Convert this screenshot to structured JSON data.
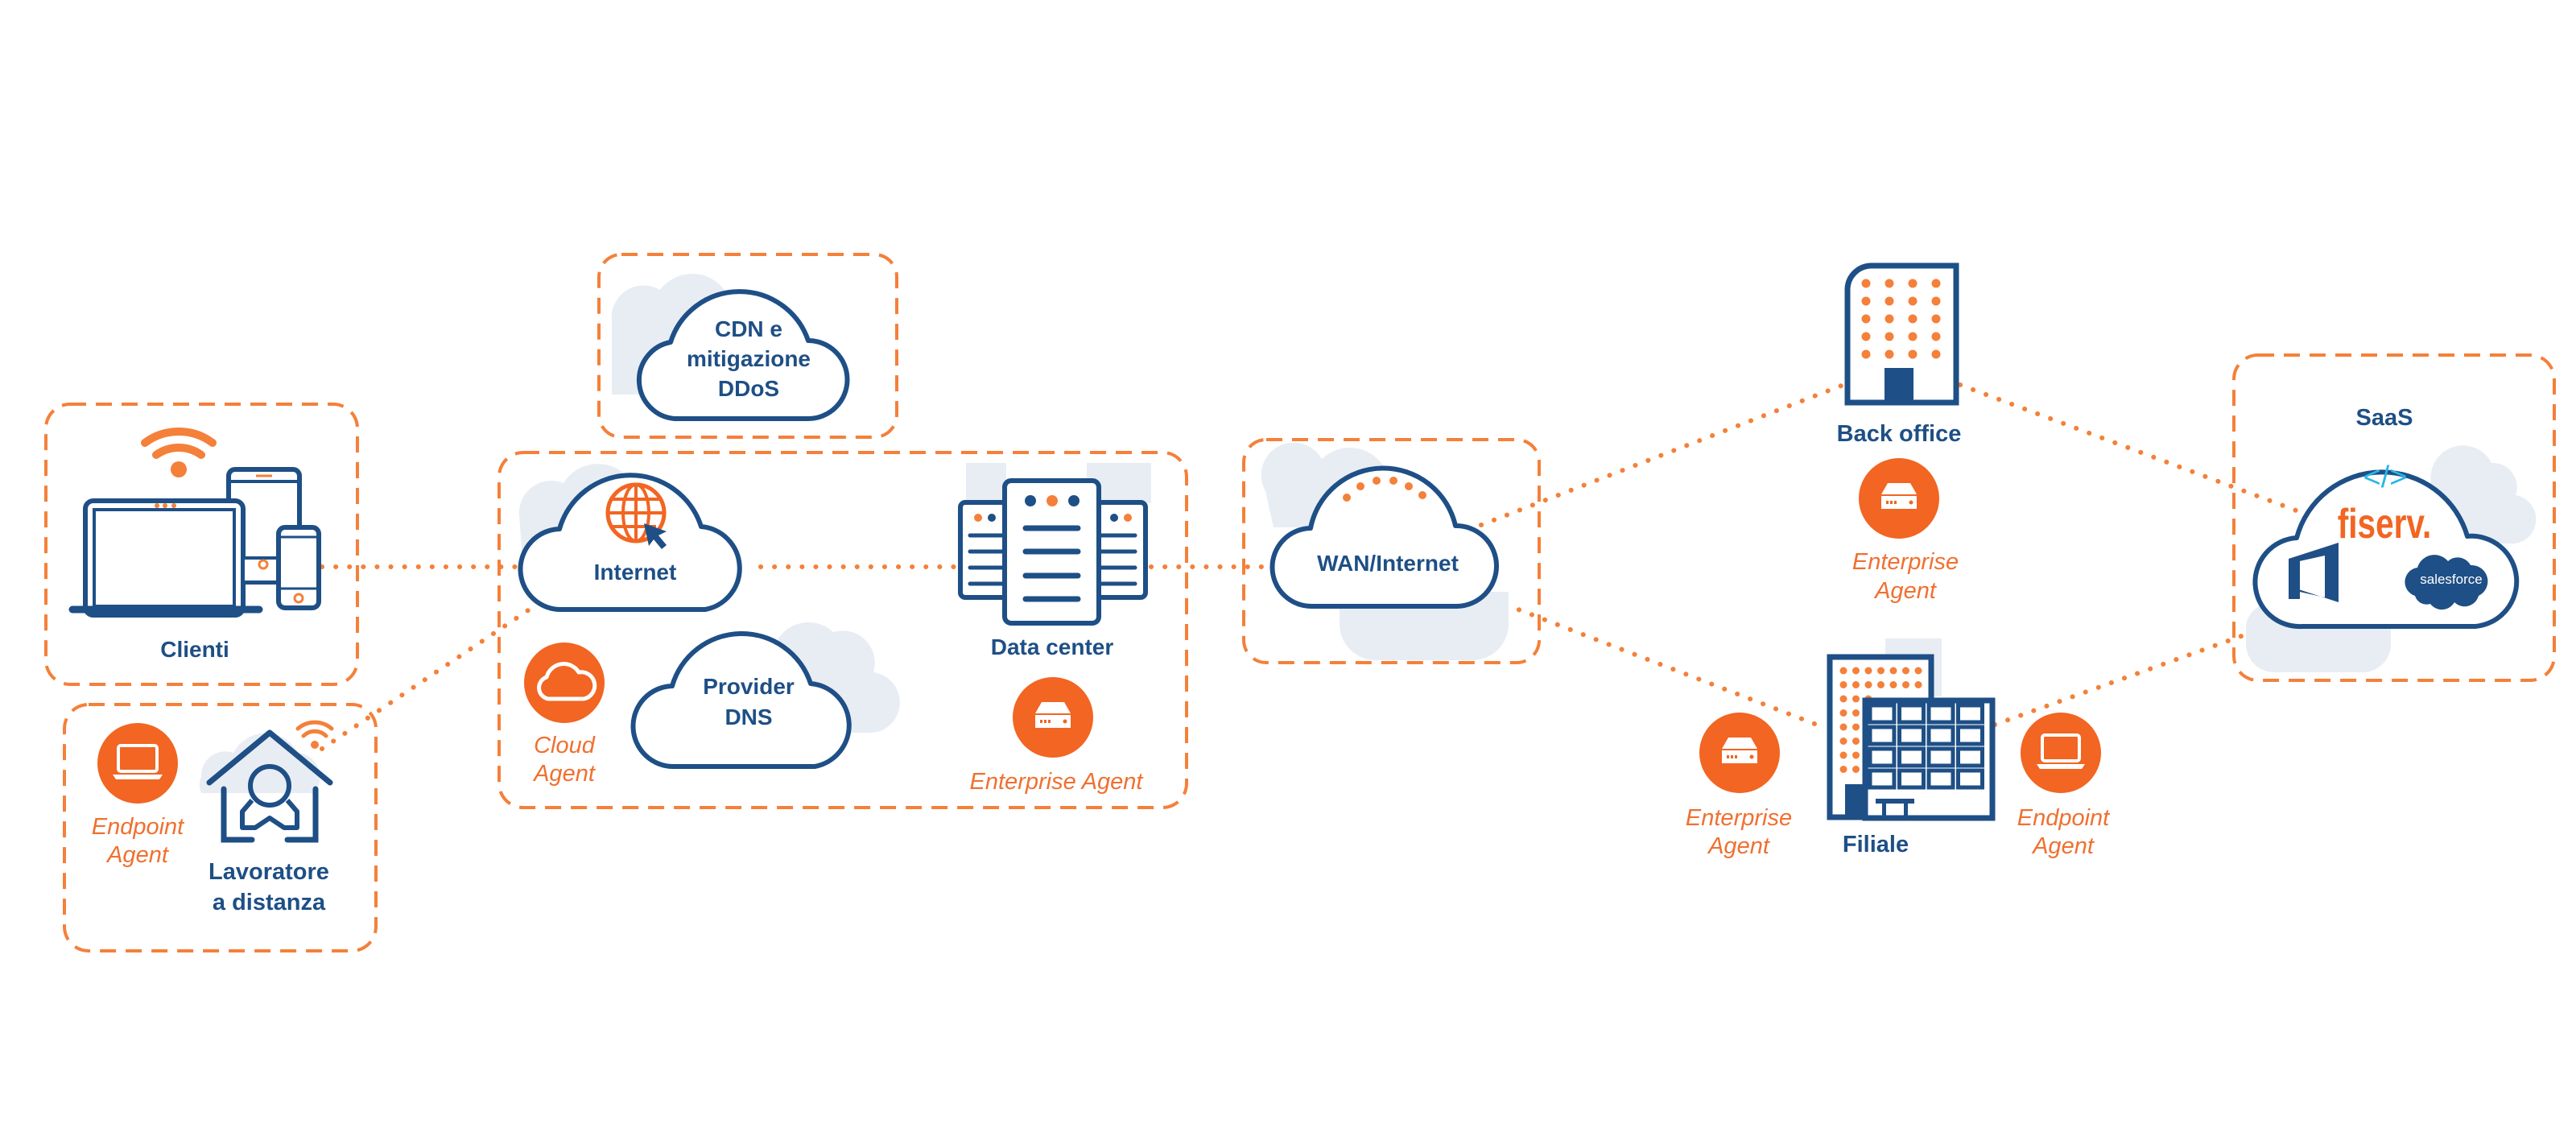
{
  "title": "Network visibility diagram",
  "colors": {
    "primary_navy": "#1e4f86",
    "accent_orange": "#f4803a",
    "agent_badge_orange": "#f26522",
    "ghost_cloud": "#e8edf4",
    "fiserv_orange": "#f26522",
    "code_cyan": "#29b6e6"
  },
  "nodes": {
    "clients": {
      "label": "Clienti",
      "icon": "devices-icon"
    },
    "remote_worker": {
      "label_line1": "Lavoratore",
      "label_line2": "a distanza",
      "icon": "home-user-icon"
    },
    "remote_agent": {
      "line1": "Endpoint",
      "line2": "Agent",
      "icon": "laptop-icon"
    },
    "cdn": {
      "line1": "CDN e",
      "line2": "mitigazione",
      "line3": "DDoS"
    },
    "internet": {
      "label": "Internet",
      "icon": "globe-cursor-icon"
    },
    "cloud_agent": {
      "line1": "Cloud",
      "line2": "Agent",
      "icon": "cloud-icon"
    },
    "dns": {
      "line1": "Provider",
      "line2": "DNS"
    },
    "datacenter": {
      "label": "Data center",
      "icon": "servers-icon"
    },
    "datacenter_agent": {
      "label": "Enterprise Agent",
      "icon": "appliance-icon"
    },
    "wan": {
      "label": "WAN/Internet"
    },
    "backoffice": {
      "label": "Back office",
      "icon": "building-icon"
    },
    "backoffice_agent": {
      "line1": "Enterprise",
      "line2": "Agent",
      "icon": "appliance-icon"
    },
    "branch": {
      "label": "Filiale",
      "icon": "office-buildings-icon"
    },
    "branch_enterprise_agent": {
      "line1": "Enterprise",
      "line2": "Agent",
      "icon": "appliance-icon"
    },
    "branch_endpoint_agent": {
      "line1": "Endpoint",
      "line2": "Agent",
      "icon": "laptop-icon"
    },
    "saas": {
      "label": "SaaS",
      "code_glyph": "</>",
      "apps": [
        "fiserv.",
        "Office",
        "salesforce"
      ]
    }
  },
  "connections": [
    [
      "clients",
      "internet"
    ],
    [
      "remote_worker",
      "internet"
    ],
    [
      "internet",
      "datacenter"
    ],
    [
      "datacenter",
      "wan"
    ],
    [
      "wan",
      "backoffice"
    ],
    [
      "wan",
      "branch"
    ],
    [
      "backoffice",
      "saas"
    ],
    [
      "branch",
      "saas"
    ]
  ]
}
